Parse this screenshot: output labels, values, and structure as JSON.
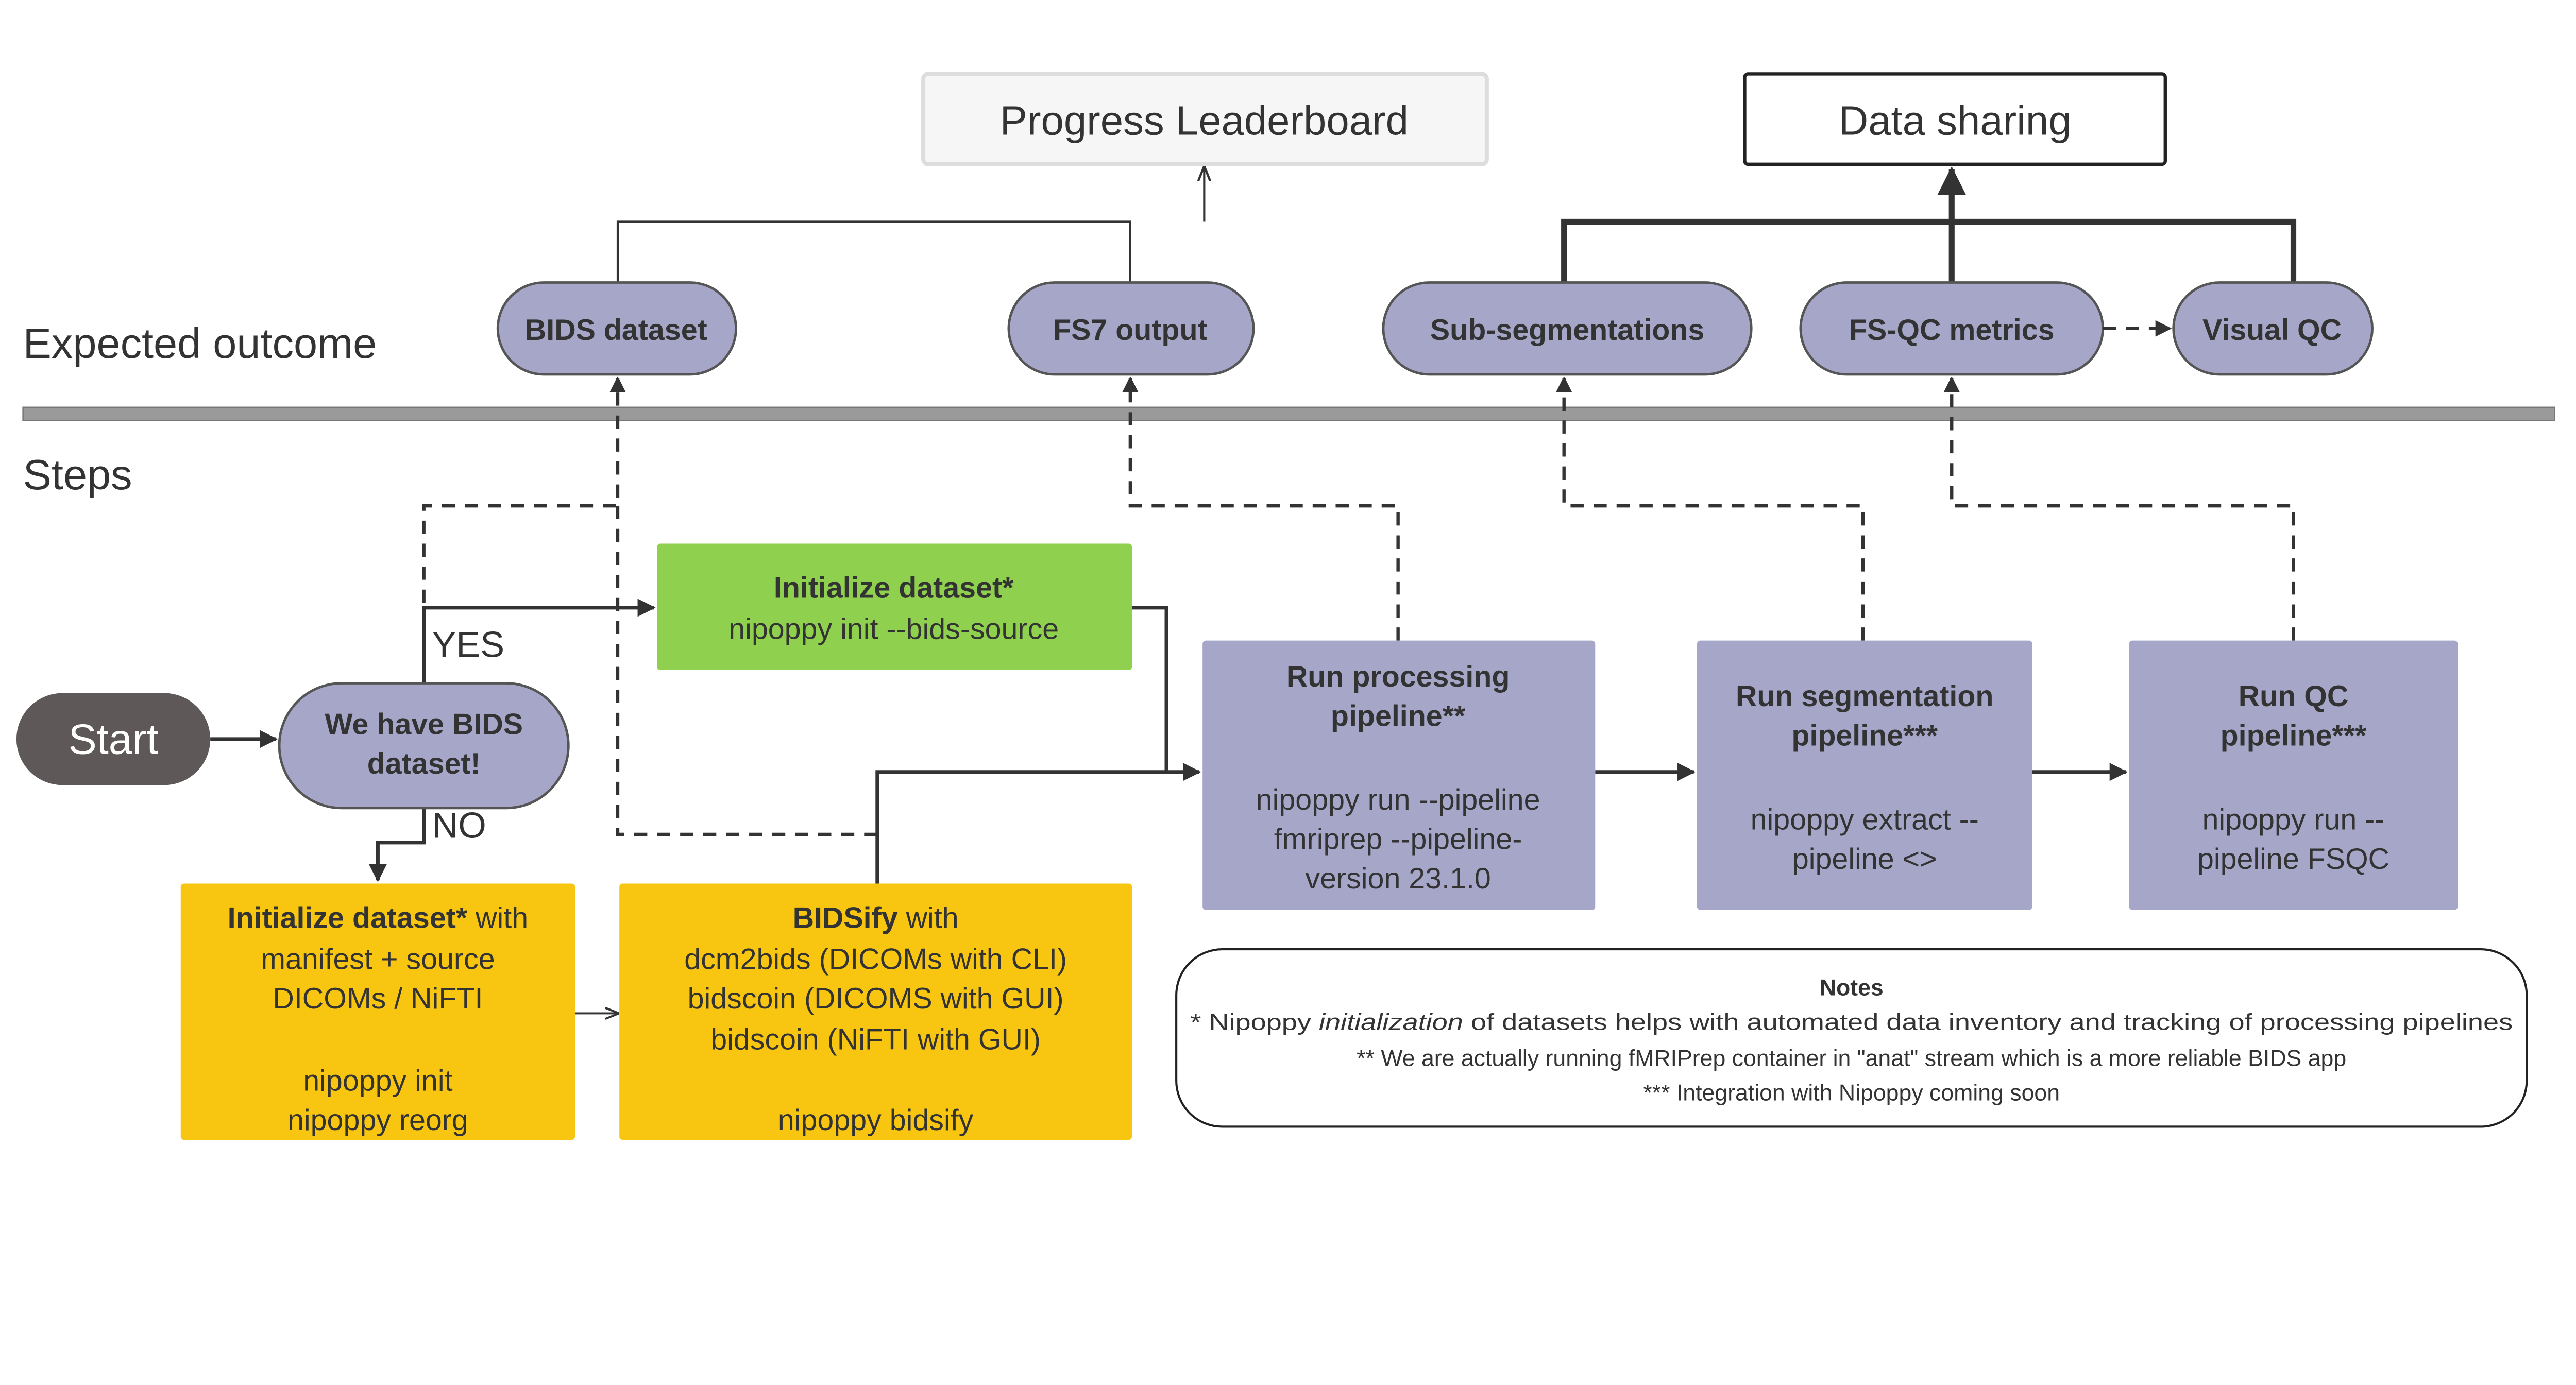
{
  "colors": {
    "outcome_fill": "#a5a6c8",
    "start_fill": "#5e5858",
    "init_bids_fill": "#8fd14f",
    "yellow_fill": "#f8c611",
    "separator": "#9a9a9a"
  },
  "top": {
    "leaderboard": "Progress Leaderboard",
    "data_sharing": "Data sharing"
  },
  "sections": {
    "expected": "Expected outcome",
    "steps": "Steps"
  },
  "outcomes": [
    "BIDS dataset",
    "FS7 output",
    "Sub-segmentations",
    "FS-QC metrics",
    "Visual QC"
  ],
  "start": "Start",
  "decision": {
    "line1": "We have BIDS",
    "line2": "dataset!",
    "yes": "YES",
    "no": "NO"
  },
  "init_bids": {
    "title": "Initialize dataset*",
    "cmd": "nipoppy init --bids-source"
  },
  "init_manifest": {
    "title": "Initialize dataset*",
    "title_rest": " with",
    "l2": "manifest + source",
    "l3": "DICOMs / NiFTI",
    "c1": "nipoppy init",
    "c2": "nipoppy reorg"
  },
  "bidsify": {
    "title": "BIDSify",
    "title_rest": " with",
    "l2": "dcm2bids (DICOMs with CLI)",
    "l3": "bidscoin (DICOMS with GUI)",
    "l4": "bidscoin (NiFTI with GUI)",
    "c1": "nipoppy bidsify"
  },
  "proc": {
    "t1": "Run processing",
    "t2": "pipeline**",
    "c1": "nipoppy run --pipeline",
    "c2": "fmriprep --pipeline-",
    "c3": "version 23.1.0"
  },
  "seg": {
    "t1": "Run segmentation",
    "t2": "pipeline***",
    "c1": "nipoppy extract --",
    "c2": "pipeline <>"
  },
  "qc": {
    "t1": "Run QC",
    "t2": "pipeline***",
    "c1": "nipoppy run --",
    "c2": "pipeline FSQC"
  },
  "notes": {
    "title": "Notes",
    "n1a": "* Nipoppy ",
    "n1b": "initialization",
    "n1c": " of datasets helps with automated data inventory and tracking of processing pipelines",
    "n2": "** We are actually running fMRIPrep container in \"anat\" stream which is a more reliable BIDS app",
    "n3": "*** Integration with Nipoppy coming soon"
  }
}
